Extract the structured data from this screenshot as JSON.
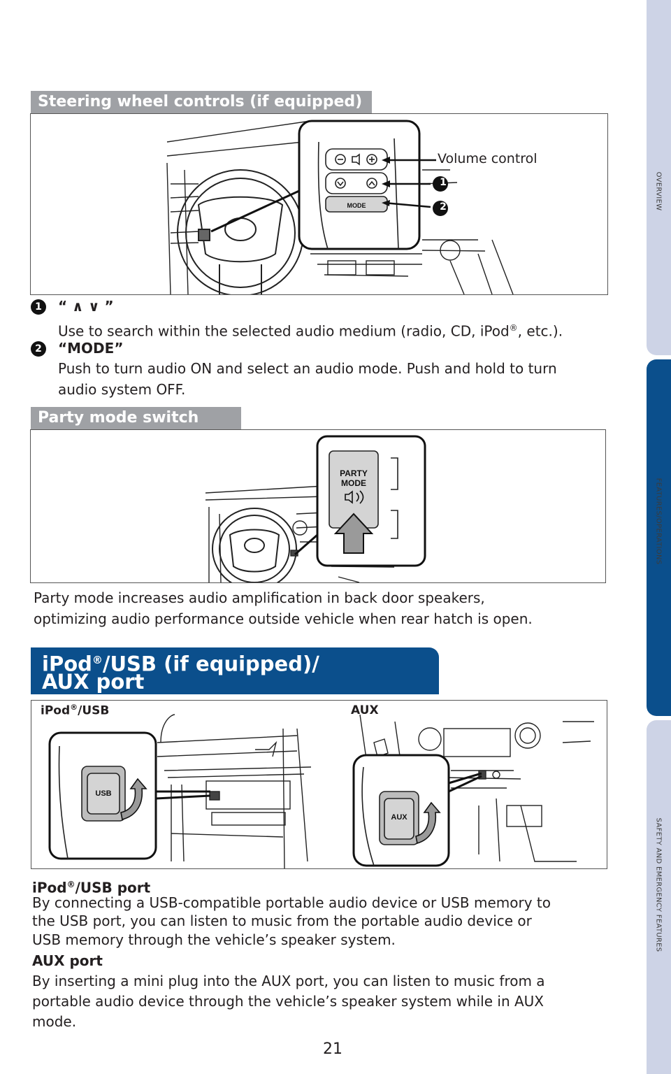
{
  "side_tabs": {
    "overview": "OVERVIEW",
    "features": "FEATURES/OPERATIONS",
    "safety": "SAFETY AND EMERGENCY FEATURES"
  },
  "steering": {
    "header": "Steering wheel controls (if equipped)",
    "callout_volume": "Volume control",
    "callout_1": "1",
    "callout_2": "2",
    "mode_key": "MODE",
    "item1_title": "“ ∧  ∨ ”",
    "item1_text_a": "Use to search within the selected audio medium (radio, CD, iPod",
    "item1_text_b": ", etc.).",
    "item2_title": "“MODE”",
    "item2_text_1": "Push to turn audio ON and select an audio mode. Push and hold to turn",
    "item2_text_2": "audio system OFF."
  },
  "party": {
    "header": "Party mode switch",
    "switch_line1": "PARTY",
    "switch_line2": "MODE",
    "desc_1": "Party mode increases audio amplification in back door speakers,",
    "desc_2": "optimizing audio performance outside vehicle when rear hatch is open."
  },
  "ipod": {
    "header_a": "iPod",
    "header_b": "/USB (if equipped)/",
    "header_c": "AUX port",
    "label_ipod_a": "iPod",
    "label_ipod_b": "/USB",
    "label_aux": "AUX",
    "usb_key": "USB",
    "aux_key": "AUX",
    "usb_title_a": "iPod",
    "usb_title_b": "/USB port",
    "usb_text_1": "By connecting a USB-compatible portable audio device or USB memory to",
    "usb_text_2": "the USB port, you can listen to music from the portable audio device or",
    "usb_text_3": "USB memory through the vehicle’s speaker system.",
    "aux_title": "AUX port",
    "aux_text_1": "By inserting a mini plug into the AUX port, you can listen to music from a",
    "aux_text_2": "portable audio device through the vehicle’s speaker system while in AUX",
    "aux_text_3": "mode."
  },
  "reg": "®",
  "page_number": "21",
  "colors": {
    "brand_blue": "#0b4f8c",
    "tab_light": "#cdd3e6",
    "header_gray": "#9fa1a5"
  }
}
